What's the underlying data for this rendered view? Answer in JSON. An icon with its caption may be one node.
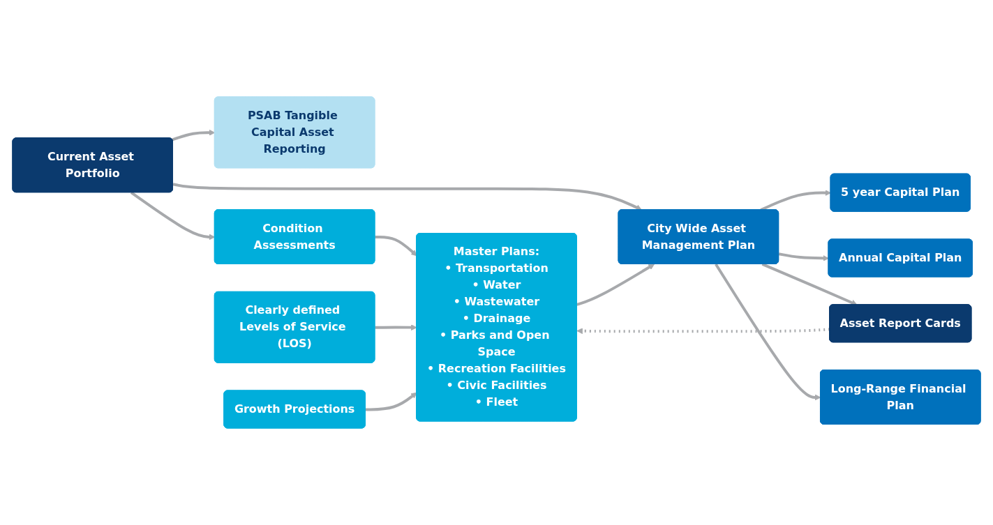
{
  "diagram": {
    "nodes": [
      {
        "text": [
          "PSAB Tangible Capital Asset Reporting"
        ]
      },
      {
        "text": [
          "Condition Assessments"
        ]
      },
      {
        "text": [
          "Current Asset Portfolio"
        ]
      },
      {
        "text": [
          "Master Plans:",
          "• Transportation",
          "• Water",
          "• Wastewater",
          "• Drainage",
          "• Parks and Open Space",
          "• Recreation Facilities",
          "• Civic Facilities",
          "• Fleet"
        ]
      },
      {
        "text": [
          "Clearly defined Levels of Service (LOS)"
        ]
      },
      {
        "text": [
          "Growth Projections"
        ]
      },
      {
        "text": [
          "5 year Capital Plan"
        ]
      },
      {
        "text": [
          "Annual Capital Plan"
        ]
      },
      {
        "text": [
          "City Wide Asset Management Plan"
        ]
      },
      {
        "text": [
          "Asset Report Cards"
        ]
      },
      {
        "text": [
          "Long-Range Financial Plan"
        ]
      }
    ],
    "edges": [
      {
        "from": 2,
        "to": 0,
        "arrow": "to"
      },
      {
        "from": 2,
        "to": 1,
        "arrow": "to"
      },
      {
        "from": 2,
        "to": 8,
        "arrow": "to"
      },
      {
        "from": 1,
        "to": 3,
        "arrow": "to"
      },
      {
        "from": 4,
        "to": 3,
        "arrow": "to"
      },
      {
        "from": 5,
        "to": 3,
        "arrow": "to"
      },
      {
        "from": 3,
        "to": 8,
        "arrow": "to"
      },
      {
        "from": 8,
        "to": 6,
        "arrow": "to"
      },
      {
        "from": 8,
        "to": 7,
        "arrow": "to"
      },
      {
        "from": 8,
        "to": 9,
        "arrow": "to"
      },
      {
        "from": 8,
        "to": 10,
        "arrow": "to"
      },
      {
        "from": 9,
        "to": 3,
        "arrow": "to",
        "style": "dashed"
      }
    ]
  }
}
